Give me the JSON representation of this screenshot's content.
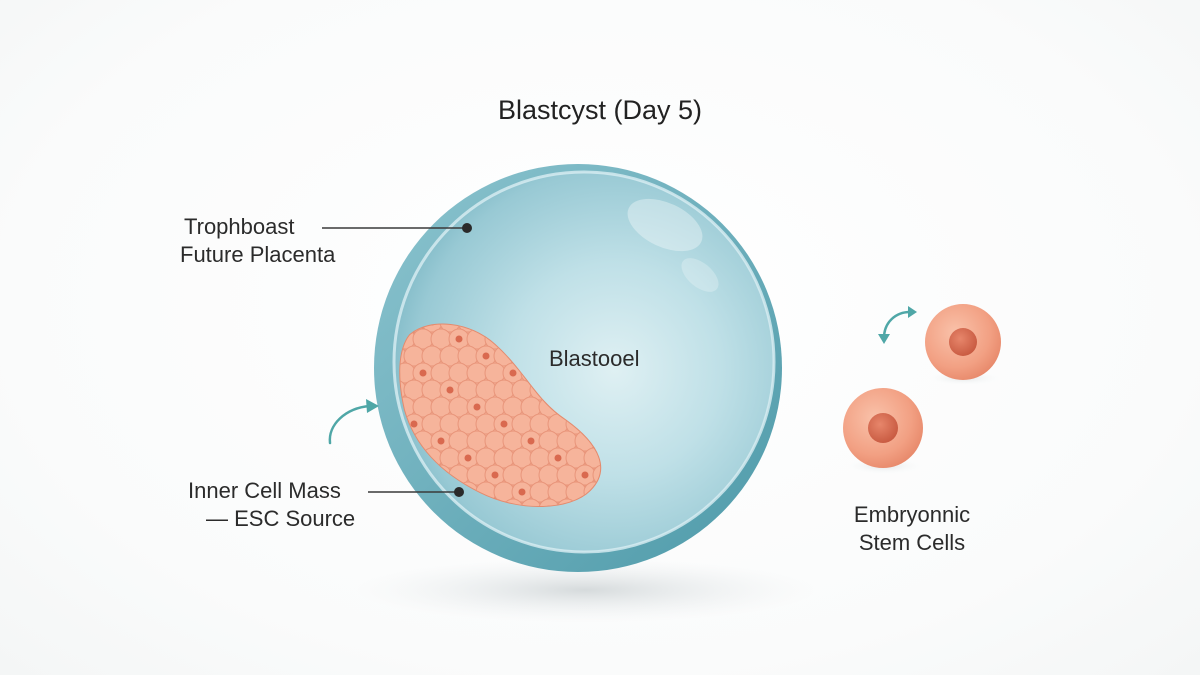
{
  "title": "Blastcyst (Day 5)",
  "labels": {
    "trophoblast": {
      "line1": "Trophboast",
      "line2": "Future Placenta"
    },
    "blastocoel": "Blastooel",
    "inner_cell_mass": {
      "line1": "Inner Cell Mass",
      "line2": "— ESC Source"
    },
    "stem_cells": {
      "line1": "Embryonnic",
      "line2": "Stem Cells"
    }
  },
  "colors": {
    "sphere_fill": "#a9d3dc",
    "sphere_rim": "#5aa4b2",
    "inner_cell_mass": "#f3a98f",
    "cell_dot": "#d9694f",
    "arrow": "#4fa7a7",
    "leader_line": "#333333"
  },
  "icons": [
    "curved-arrow-icon",
    "swap-arrows-icon"
  ]
}
